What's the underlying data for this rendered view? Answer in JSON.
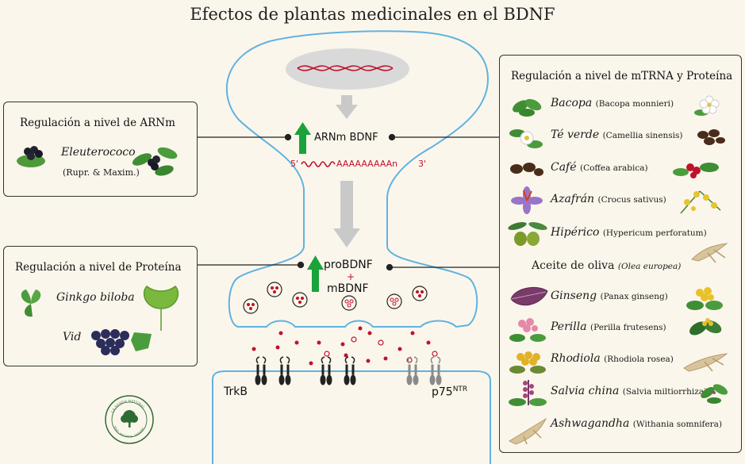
{
  "title": "Efectos de plantas medicinales en el BDNF",
  "left_boxes": {
    "arnm": {
      "title": "Regulación a nivel de ARNm",
      "plant": "Eleuterococo",
      "authority": "(Rupr. & Maxim.)"
    },
    "protein": {
      "title": "Regulación a nivel de Proteína",
      "plants": [
        "Ginkgo biloba",
        "Vid"
      ]
    }
  },
  "right_box": {
    "title": "Regulación a nivel de mTRNA y Proteína",
    "items": [
      {
        "name": "Bacopa",
        "sci": "(Bacopa monnieri)"
      },
      {
        "name": "Té verde",
        "sci": "(Camellia sinensis)"
      },
      {
        "name": "Café",
        "sci": "(Coffea arabica)"
      },
      {
        "name": "Azafrán",
        "sci": "(Crocus sativus)"
      },
      {
        "name": "Hipérico",
        "sci": "(Hypericum perforatum)"
      },
      {
        "name": "Aceite de oliva",
        "sci": "(Olea europea)"
      },
      {
        "name": "Ginseng",
        "sci": "(Panax ginseng)"
      },
      {
        "name": "Perilla",
        "sci": "(Perilla frutesens)"
      },
      {
        "name": "Rhodiola",
        "sci": "(Rhodiola rosea)"
      },
      {
        "name": "Salvia china",
        "sci": "(Salvia miltiorrhiza)"
      },
      {
        "name": "Ashwagandha",
        "sci": "(Withania somnifera)"
      }
    ]
  },
  "neuron": {
    "arnm_label": "ARNm BDNF",
    "mrna_5": "5'",
    "mrna_tail": "AAAAAAAAAn",
    "mrna_3": "3'",
    "pro_label": "proBDNF",
    "plus": "+",
    "m_label": "mBDNF",
    "trkb": "TrkB",
    "p75": "p75",
    "p75_sup": "NTR"
  },
  "logo": {
    "top": "LA SENDA NATURAL",
    "bottom": "salud · naturaleza · bienestar"
  },
  "colors": {
    "membrane": "#5fb3e0",
    "arrow_green": "#1aa33a",
    "red": "#c0122c",
    "grey": "#c9c9c9"
  }
}
